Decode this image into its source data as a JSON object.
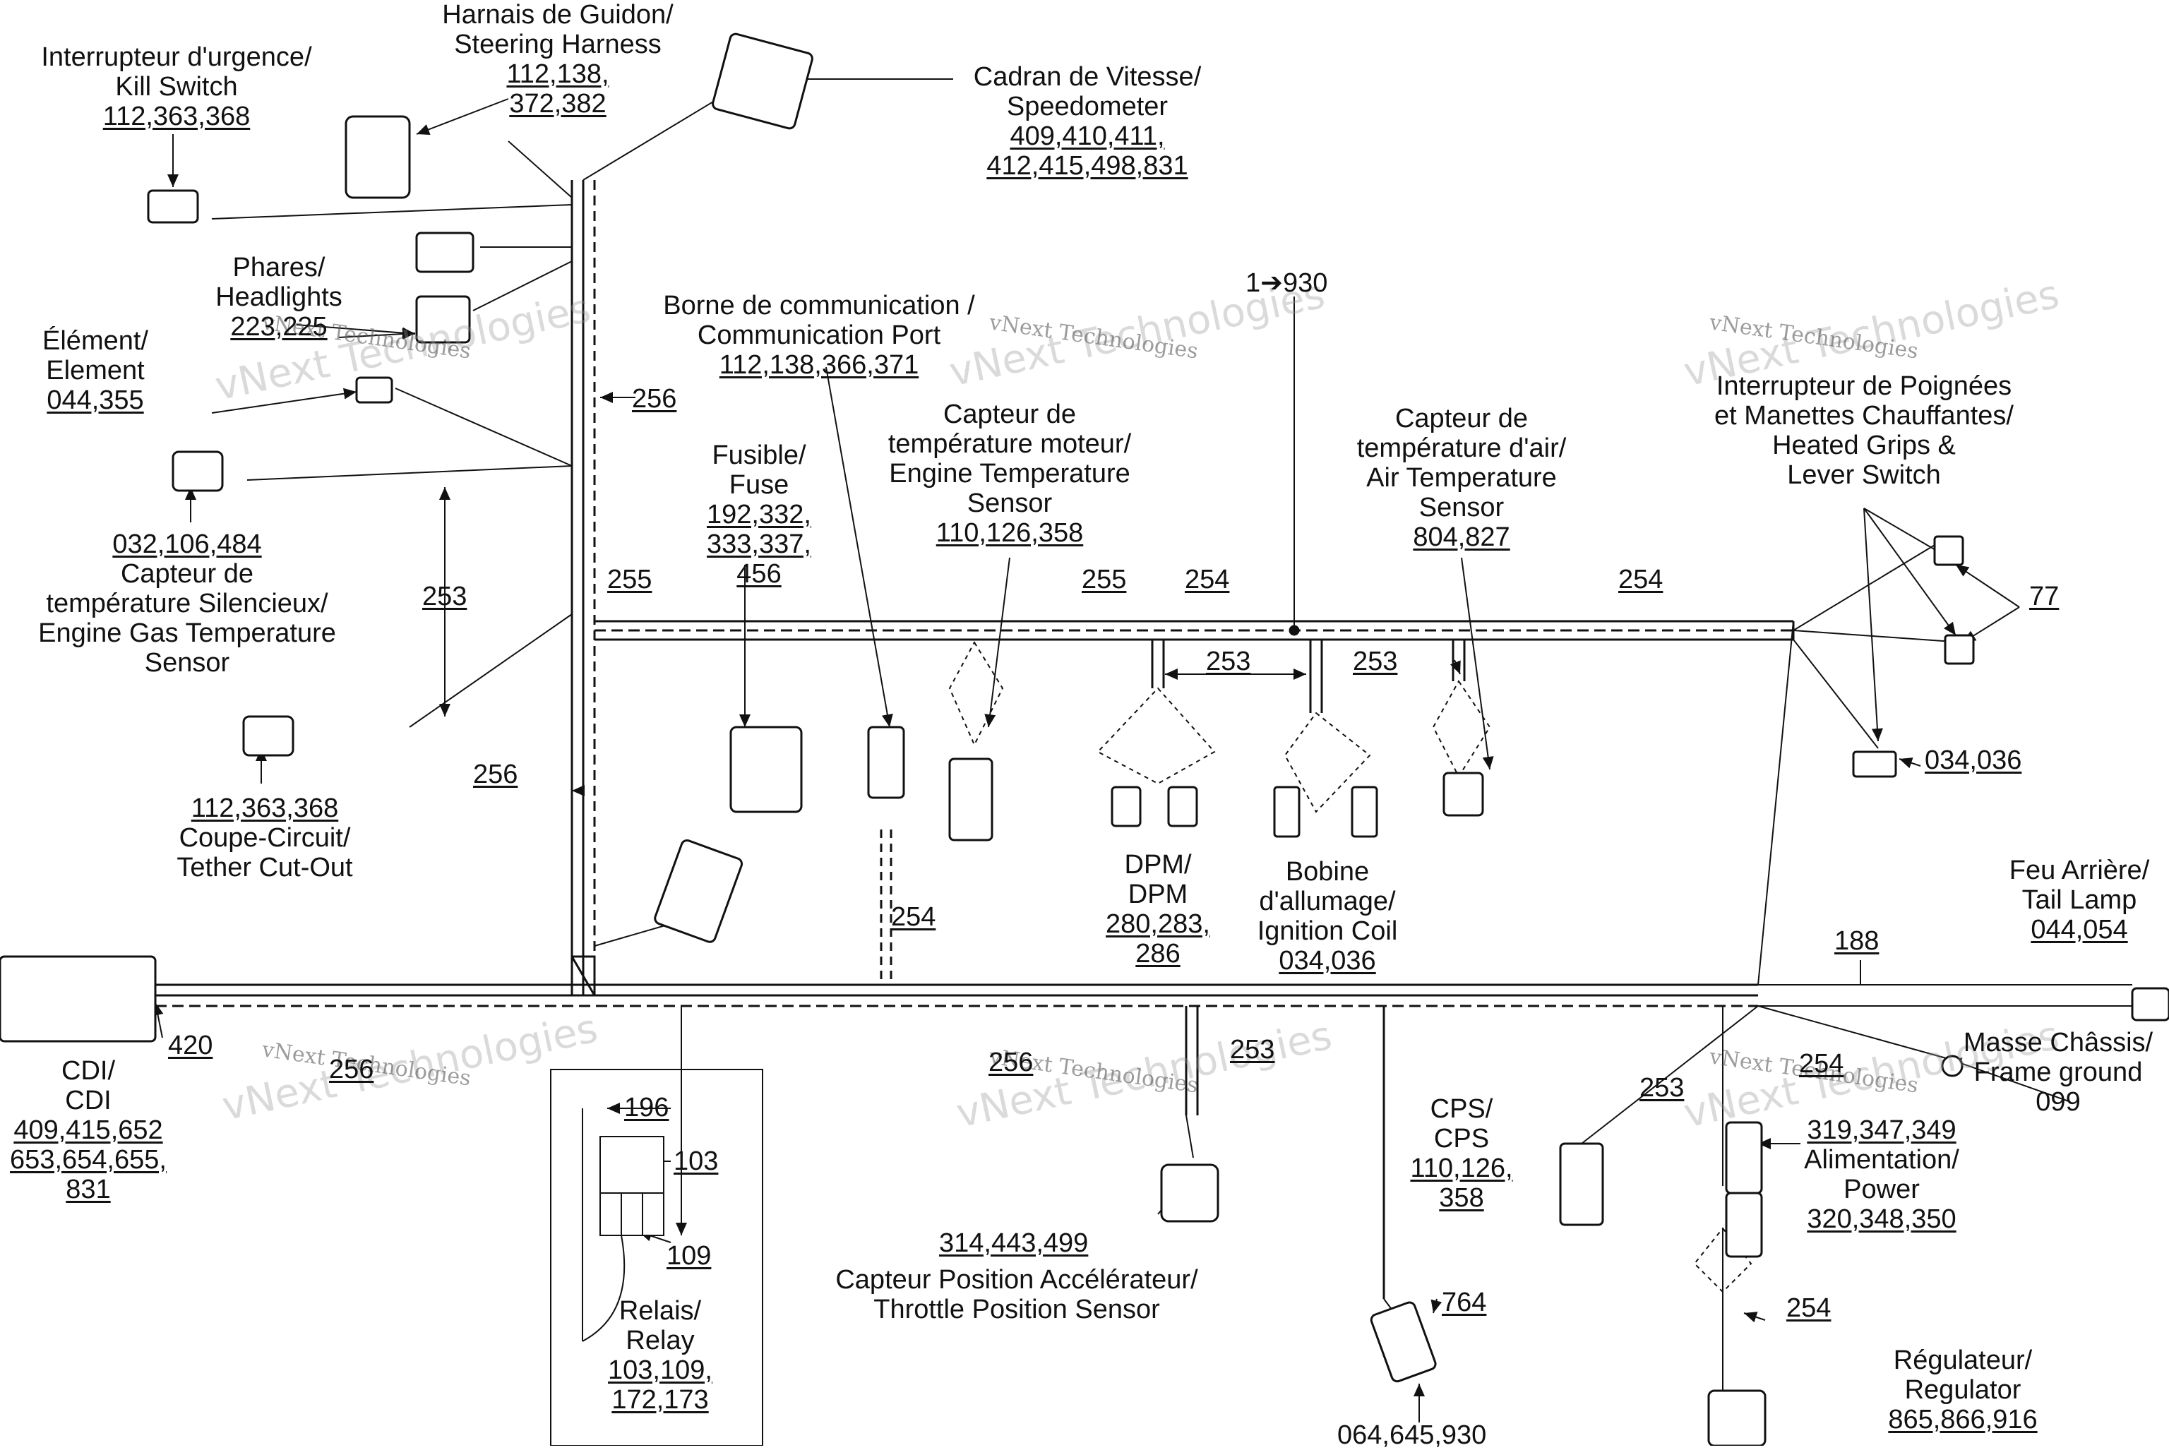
{
  "watermark": {
    "large": "vNext Technologies",
    "small": "vNext Technologies"
  },
  "components": {
    "steering_harness": {
      "lines": [
        "Harnais de Guidon/",
        "Steering Harness"
      ],
      "parts": [
        "112,138,",
        "372,382"
      ]
    },
    "kill_switch": {
      "lines": [
        "Interrupteur d'urgence/",
        "Kill Switch"
      ],
      "parts": [
        "112,363,368"
      ]
    },
    "speedometer": {
      "lines": [
        "Cadran de Vitesse/",
        "Speedometer"
      ],
      "parts": [
        "409,410,411,",
        "412,415,498,831"
      ]
    },
    "headlights": {
      "lines": [
        "Phares/",
        "Headlights"
      ],
      "parts": [
        "223,225"
      ]
    },
    "element": {
      "lines": [
        "Élément/",
        "Element"
      ],
      "parts": [
        "044,355"
      ]
    },
    "comm_port": {
      "lines": [
        "Borne de communication /",
        "Communication Port"
      ],
      "parts": [
        "112,138,366,371"
      ]
    },
    "fuse": {
      "lines": [
        "Fusible/",
        "Fuse"
      ],
      "parts": [
        "192,332,",
        "333,337,",
        "456"
      ]
    },
    "engine_temp": {
      "lines": [
        "Capteur de",
        "température moteur/",
        "Engine Temperature",
        "Sensor"
      ],
      "parts": [
        "110,126,358"
      ]
    },
    "air_temp": {
      "lines": [
        "Capteur de",
        "température d'air/",
        "Air Temperature",
        "Sensor"
      ],
      "parts": [
        "804,827"
      ]
    },
    "heated_grips": {
      "lines": [
        "Interrupteur de Poignées",
        "et Manettes Chauffantes/",
        "Heated Grips &",
        "Lever Switch"
      ],
      "parts": []
    },
    "gas_temp": {
      "lines": [
        "Capteur de",
        "température Silencieux/",
        "Engine Gas Temperature",
        "Sensor"
      ],
      "parts": [
        "032,106,484"
      ]
    },
    "tether": {
      "lines": [
        "Coupe-Circuit/",
        "Tether Cut-Out"
      ],
      "parts": [
        "112,363,368"
      ]
    },
    "dpm": {
      "lines": [
        "DPM/",
        "DPM"
      ],
      "parts": [
        "280,283,",
        "286"
      ]
    },
    "ignition_coil": {
      "lines": [
        "Bobine",
        "d'allumage/",
        "Ignition Coil"
      ],
      "parts": [
        "034,036"
      ]
    },
    "tail_lamp": {
      "lines": [
        "Feu Arrière/",
        "Tail Lamp"
      ],
      "parts": [
        "044,054"
      ]
    },
    "frame_ground": {
      "lines": [
        "Masse Châssis/",
        "Frame ground"
      ],
      "parts": [
        "099"
      ]
    },
    "cdi": {
      "lines": [
        "CDI/",
        "CDI"
      ],
      "parts": [
        "409,415,652",
        "653,654,655,",
        "831"
      ]
    },
    "relay": {
      "lines": [
        "Relais/",
        "Relay"
      ],
      "parts": [
        "103,109,",
        "172,173"
      ]
    },
    "tps": {
      "lines": [
        "Capteur Position Accélérateur/",
        "Throttle Position Sensor"
      ],
      "parts": []
    },
    "cps": {
      "lines": [
        "CPS/",
        "CPS"
      ],
      "parts": [
        "110,126,",
        "358"
      ]
    },
    "power": {
      "lines": [
        "Alimentation/",
        "Power"
      ],
      "parts": [
        "319,347,349",
        "320,348,350"
      ]
    },
    "regulator": {
      "lines": [
        "Régulateur/",
        "Regulator"
      ],
      "parts": [
        "865,866,916"
      ]
    }
  },
  "refs": {
    "r256a": "256",
    "r253a": "253",
    "r256b": "256",
    "r255a": "255",
    "r255b": "255",
    "r254a": "254",
    "r254b": "254",
    "r253b": "253",
    "r253c": "253",
    "r930": "1➔930",
    "r77": "77",
    "r034": "034,036",
    "r254c": "254",
    "r188": "188",
    "r420": "420",
    "r256c": "256",
    "r256d": "256",
    "r253d": "253",
    "r253e": "253",
    "r254d": "254",
    "r196": "196",
    "r103": "103",
    "r109": "109",
    "r314": "314,443,499",
    "r764": "764",
    "r064": "064,645,930",
    "r254e": "254"
  }
}
